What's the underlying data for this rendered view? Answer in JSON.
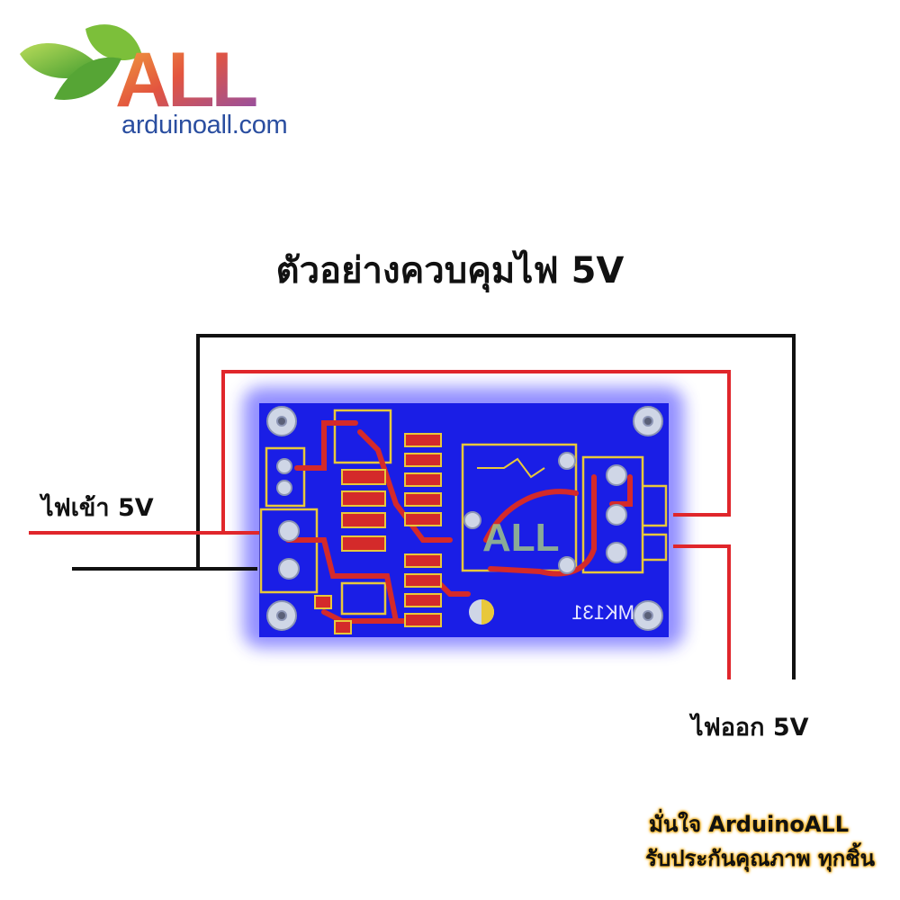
{
  "logo": {
    "brand": "ALL",
    "domain": "arduinoall.com",
    "icon": "leaf-icon"
  },
  "title": "ตัวอย่างควบคุมไฟ 5V",
  "labels": {
    "input": "ไฟเข้า 5V",
    "output": "ไฟออก 5V"
  },
  "board": {
    "marking": "MK131",
    "watermark": "ALL"
  },
  "promo": {
    "line1": "มั่นใจ ArduinoALL",
    "line2": "รับประกันคุณภาพ ทุกชิ้น"
  },
  "colors": {
    "wire_red": "#e0262b",
    "wire_black": "#111111",
    "pcb_blue": "#1a1ee6",
    "trace_red": "#d42a2a",
    "silk_yellow": "#e8c83a",
    "logo_blue": "#2a4ea0",
    "promo_glow": "#f3b220"
  }
}
